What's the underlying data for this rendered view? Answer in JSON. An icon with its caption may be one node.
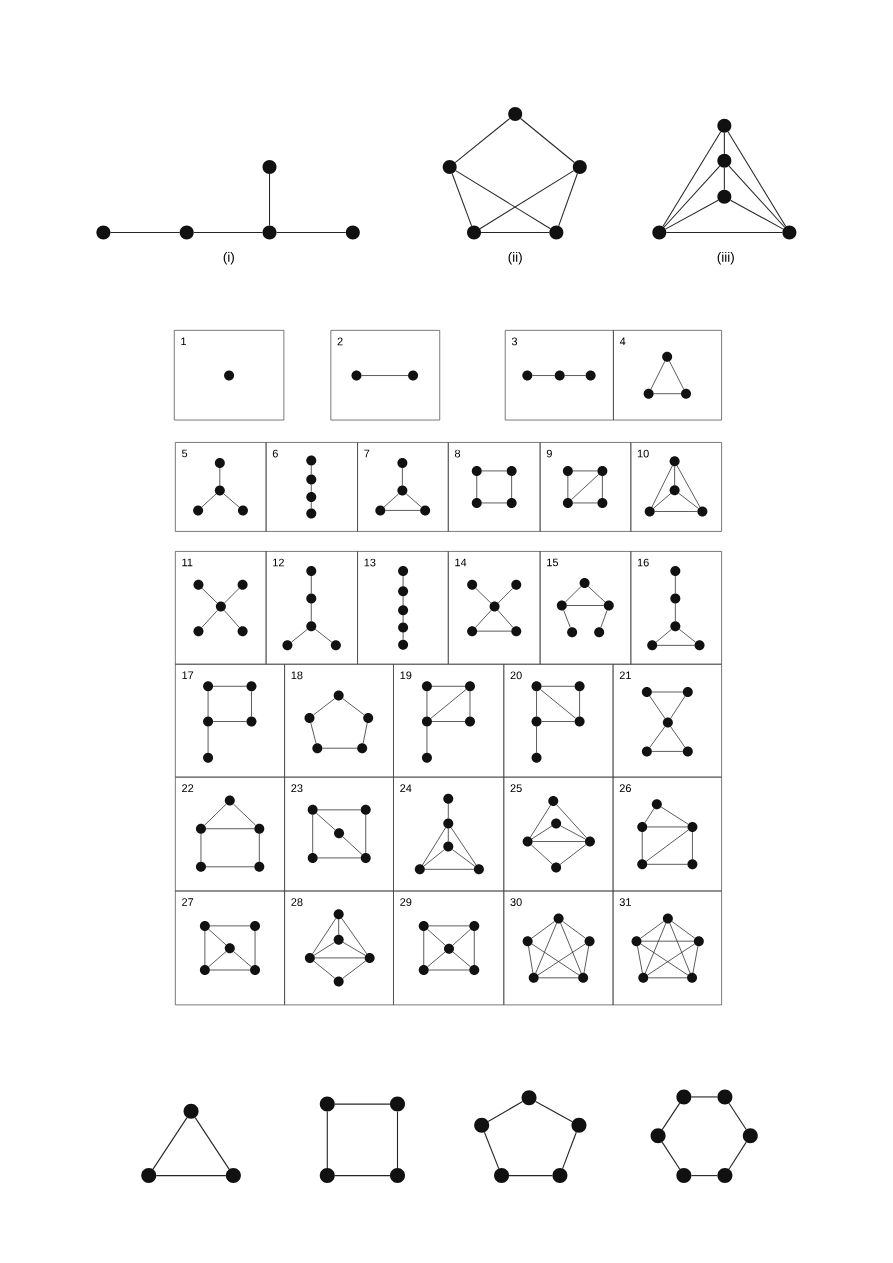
{
  "diagram": {
    "labels": [
      "(i)",
      "(ii)",
      "(iii)"
    ],
    "nodes": [
      {
        "text": [],
        "shape": "circle"
      },
      {
        "text": [],
        "shape": "circle"
      },
      {
        "text": [],
        "shape": "circle"
      },
      {
        "text": [],
        "shape": "circle"
      },
      {
        "text": [],
        "shape": "circle"
      },
      {
        "text": [],
        "shape": "circle"
      },
      {
        "text": [],
        "shape": "circle"
      },
      {
        "text": [],
        "shape": "circle"
      },
      {
        "text": [],
        "shape": "circle"
      },
      {
        "text": [],
        "shape": "circle"
      },
      {
        "text": [],
        "shape": "circle"
      },
      {
        "text": [],
        "shape": "circle"
      },
      {
        "text": [],
        "shape": "circle"
      },
      {
        "text": [],
        "shape": "circle"
      },
      {
        "text": [],
        "shape": "circle"
      },
      {
        "text": [
          "1"
        ]
      },
      {
        "text": [],
        "shape": "circle",
        "in": 15
      },
      {
        "text": [
          "2"
        ]
      },
      {
        "text": [],
        "shape": "circle",
        "in": 17
      },
      {
        "text": [],
        "shape": "circle",
        "in": 17
      },
      {
        "text": [
          "3"
        ]
      },
      {
        "text": [],
        "shape": "circle",
        "in": 20
      },
      {
        "text": [],
        "shape": "circle",
        "in": 20
      },
      {
        "text": [],
        "shape": "circle",
        "in": 20
      },
      {
        "text": [
          "4"
        ]
      },
      {
        "text": [],
        "shape": "circle",
        "in": 24
      },
      {
        "text": [],
        "shape": "circle",
        "in": 24
      },
      {
        "text": [],
        "shape": "circle",
        "in": 24
      },
      {
        "text": [
          "5"
        ]
      },
      {
        "text": [],
        "shape": "circle",
        "in": 28
      },
      {
        "text": [],
        "shape": "circle",
        "in": 28
      },
      {
        "text": [],
        "shape": "circle",
        "in": 28
      },
      {
        "text": [],
        "shape": "circle",
        "in": 28
      },
      {
        "text": [
          "6"
        ]
      },
      {
        "text": [],
        "shape": "circle",
        "in": 33
      },
      {
        "text": [],
        "shape": "circle",
        "in": 33
      },
      {
        "text": [],
        "shape": "circle",
        "in": 33
      },
      {
        "text": [],
        "shape": "circle",
        "in": 33
      },
      {
        "text": [
          "7"
        ]
      },
      {
        "text": [],
        "shape": "circle",
        "in": 38
      },
      {
        "text": [],
        "shape": "circle",
        "in": 38
      },
      {
        "text": [],
        "shape": "circle",
        "in": 38
      },
      {
        "text": [],
        "shape": "circle",
        "in": 38
      },
      {
        "text": [
          "8"
        ]
      },
      {
        "text": [],
        "shape": "circle",
        "in": 43
      },
      {
        "text": [],
        "shape": "circle",
        "in": 43
      },
      {
        "text": [],
        "shape": "circle",
        "in": 43
      },
      {
        "text": [],
        "shape": "circle",
        "in": 43
      },
      {
        "text": [
          "9"
        ]
      },
      {
        "text": [],
        "shape": "circle",
        "in": 48
      },
      {
        "text": [],
        "shape": "circle",
        "in": 48
      },
      {
        "text": [],
        "shape": "circle",
        "in": 48
      },
      {
        "text": [],
        "shape": "circle",
        "in": 48
      },
      {
        "text": [
          "10"
        ]
      },
      {
        "text": [],
        "shape": "circle",
        "in": 53
      },
      {
        "text": [],
        "shape": "circle",
        "in": 53
      },
      {
        "text": [],
        "shape": "circle",
        "in": 53
      },
      {
        "text": [],
        "shape": "circle",
        "in": 53
      },
      {
        "text": [
          "11"
        ]
      },
      {
        "text": [],
        "shape": "circle",
        "in": 58
      },
      {
        "text": [],
        "shape": "circle",
        "in": 58
      },
      {
        "text": [],
        "shape": "circle",
        "in": 58
      },
      {
        "text": [],
        "shape": "circle",
        "in": 58
      },
      {
        "text": [],
        "shape": "circle",
        "in": 58
      },
      {
        "text": [
          "12"
        ]
      },
      {
        "text": [],
        "shape": "circle",
        "in": 64
      },
      {
        "text": [],
        "shape": "circle",
        "in": 64
      },
      {
        "text": [],
        "shape": "circle",
        "in": 64
      },
      {
        "text": [],
        "shape": "circle",
        "in": 64
      },
      {
        "text": [],
        "shape": "circle",
        "in": 64
      },
      {
        "text": [
          "13"
        ]
      },
      {
        "text": [],
        "shape": "circle",
        "in": 70
      },
      {
        "text": [],
        "shape": "circle",
        "in": 70
      },
      {
        "text": [],
        "shape": "circle",
        "in": 70
      },
      {
        "text": [],
        "shape": "circle",
        "in": 70
      },
      {
        "text": [],
        "shape": "circle",
        "in": 70
      },
      {
        "text": [
          "14"
        ]
      },
      {
        "text": [],
        "shape": "circle",
        "in": 76
      },
      {
        "text": [],
        "shape": "circle",
        "in": 76
      },
      {
        "text": [],
        "shape": "circle",
        "in": 76
      },
      {
        "text": [],
        "shape": "circle",
        "in": 76
      },
      {
        "text": [],
        "shape": "circle",
        "in": 76
      },
      {
        "text": [
          "15"
        ]
      },
      {
        "text": [],
        "shape": "circle",
        "in": 82
      },
      {
        "text": [],
        "shape": "circle",
        "in": 82
      },
      {
        "text": [],
        "shape": "circle",
        "in": 82
      },
      {
        "text": [],
        "shape": "circle",
        "in": 82
      },
      {
        "text": [],
        "shape": "circle",
        "in": 82
      },
      {
        "text": [
          "16"
        ]
      },
      {
        "text": [],
        "shape": "circle",
        "in": 88
      },
      {
        "text": [],
        "shape": "circle",
        "in": 88
      },
      {
        "text": [],
        "shape": "circle",
        "in": 88
      },
      {
        "text": [],
        "shape": "circle",
        "in": 88
      },
      {
        "text": [],
        "shape": "circle",
        "in": 88
      },
      {
        "text": [
          "17"
        ]
      },
      {
        "text": [],
        "shape": "circle",
        "in": 94
      },
      {
        "text": [],
        "shape": "circle",
        "in": 94
      },
      {
        "text": [],
        "shape": "circle",
        "in": 94
      },
      {
        "text": [],
        "shape": "circle",
        "in": 94
      },
      {
        "text": [],
        "shape": "circle",
        "in": 94
      },
      {
        "text": [
          "18"
        ]
      },
      {
        "text": [],
        "shape": "circle",
        "in": 100
      },
      {
        "text": [],
        "shape": "circle",
        "in": 100
      },
      {
        "text": [],
        "shape": "circle",
        "in": 100
      },
      {
        "text": [],
        "shape": "circle",
        "in": 100
      },
      {
        "text": [],
        "shape": "circle",
        "in": 100
      },
      {
        "text": [
          "19"
        ]
      },
      {
        "text": [],
        "shape": "circle",
        "in": 106
      },
      {
        "text": [],
        "shape": "circle",
        "in": 106
      },
      {
        "text": [],
        "shape": "circle",
        "in": 106
      },
      {
        "text": [],
        "shape": "circle",
        "in": 106
      },
      {
        "text": [],
        "shape": "circle",
        "in": 106
      },
      {
        "text": [
          "20"
        ]
      },
      {
        "text": [],
        "shape": "circle",
        "in": 112
      },
      {
        "text": [],
        "shape": "circle",
        "in": 112
      },
      {
        "text": [],
        "shape": "circle",
        "in": 112
      },
      {
        "text": [],
        "shape": "circle",
        "in": 112
      },
      {
        "text": [],
        "shape": "circle",
        "in": 112
      },
      {
        "text": [
          "21"
        ]
      },
      {
        "text": [],
        "shape": "circle",
        "in": 118
      },
      {
        "text": [],
        "shape": "circle",
        "in": 118
      },
      {
        "text": [],
        "shape": "circle",
        "in": 118
      },
      {
        "text": [],
        "shape": "circle",
        "in": 118
      },
      {
        "text": [],
        "shape": "circle",
        "in": 118
      },
      {
        "text": [
          "22"
        ]
      },
      {
        "text": [],
        "shape": "circle",
        "in": 124
      },
      {
        "text": [],
        "shape": "circle",
        "in": 124
      },
      {
        "text": [],
        "shape": "circle",
        "in": 124
      },
      {
        "text": [],
        "shape": "circle",
        "in": 124
      },
      {
        "text": [],
        "shape": "circle",
        "in": 124
      },
      {
        "text": [
          "23"
        ]
      },
      {
        "text": [],
        "shape": "circle",
        "in": 130
      },
      {
        "text": [],
        "shape": "circle",
        "in": 130
      },
      {
        "text": [],
        "shape": "circle",
        "in": 130
      },
      {
        "text": [],
        "shape": "circle",
        "in": 130
      },
      {
        "text": [],
        "shape": "circle",
        "in": 130
      },
      {
        "text": [
          "24"
        ]
      },
      {
        "text": [],
        "shape": "circle",
        "in": 136
      },
      {
        "text": [],
        "shape": "circle",
        "in": 136
      },
      {
        "text": [],
        "shape": "circle",
        "in": 136
      },
      {
        "text": [],
        "shape": "circle",
        "in": 136
      },
      {
        "text": [],
        "shape": "circle",
        "in": 136
      },
      {
        "text": [
          "25"
        ]
      },
      {
        "text": [],
        "shape": "circle",
        "in": 142
      },
      {
        "text": [],
        "shape": "circle",
        "in": 142
      },
      {
        "text": [],
        "shape": "circle",
        "in": 142
      },
      {
        "text": [],
        "shape": "circle",
        "in": 142
      },
      {
        "text": [],
        "shape": "circle",
        "in": 142
      },
      {
        "text": [
          "26"
        ]
      },
      {
        "text": [],
        "shape": "circle",
        "in": 148
      },
      {
        "text": [],
        "shape": "circle",
        "in": 148
      },
      {
        "text": [],
        "shape": "circle",
        "in": 148
      },
      {
        "text": [],
        "shape": "circle",
        "in": 148
      },
      {
        "text": [],
        "shape": "circle",
        "in": 148
      },
      {
        "text": [
          "27"
        ]
      },
      {
        "text": [],
        "shape": "circle",
        "in": 154
      },
      {
        "text": [],
        "shape": "circle",
        "in": 154
      },
      {
        "text": [],
        "shape": "circle",
        "in": 154
      },
      {
        "text": [],
        "shape": "circle",
        "in": 154
      },
      {
        "text": [],
        "shape": "circle",
        "in": 154
      },
      {
        "text": [
          "28"
        ]
      },
      {
        "text": [],
        "shape": "circle",
        "in": 160
      },
      {
        "text": [],
        "shape": "circle",
        "in": 160
      },
      {
        "text": [],
        "shape": "circle",
        "in": 160
      },
      {
        "text": [],
        "shape": "circle",
        "in": 160
      },
      {
        "text": [],
        "shape": "circle",
        "in": 160
      },
      {
        "text": [
          "29"
        ]
      },
      {
        "text": [],
        "shape": "circle",
        "in": 166
      },
      {
        "text": [],
        "shape": "circle",
        "in": 166
      },
      {
        "text": [],
        "shape": "circle",
        "in": 166
      },
      {
        "text": [],
        "shape": "circle",
        "in": 166
      },
      {
        "text": [],
        "shape": "circle",
        "in": 166
      },
      {
        "text": [
          "30"
        ]
      },
      {
        "text": [],
        "shape": "circle",
        "in": 172
      },
      {
        "text": [],
        "shape": "circle",
        "in": 172
      },
      {
        "text": [],
        "shape": "circle",
        "in": 172
      },
      {
        "text": [],
        "shape": "circle",
        "in": 172
      },
      {
        "text": [],
        "shape": "circle",
        "in": 172
      },
      {
        "text": [
          "31"
        ]
      },
      {
        "text": [],
        "shape": "circle",
        "in": 178
      },
      {
        "text": [],
        "shape": "circle",
        "in": 178
      },
      {
        "text": [],
        "shape": "circle",
        "in": 178
      },
      {
        "text": [],
        "shape": "circle",
        "in": 178
      },
      {
        "text": [],
        "shape": "circle",
        "in": 178
      },
      {
        "text": [],
        "shape": "circle"
      },
      {
        "text": [],
        "shape": "circle"
      },
      {
        "text": [],
        "shape": "circle"
      },
      {
        "text": [],
        "shape": "circle"
      },
      {
        "text": [],
        "shape": "circle"
      },
      {
        "text": [],
        "shape": "circle"
      },
      {
        "text": [],
        "shape": "circle"
      },
      {
        "text": [],
        "shape": "circle"
      },
      {
        "text": [],
        "shape": "circle"
      },
      {
        "text": [],
        "shape": "circle"
      },
      {
        "text": [],
        "shape": "circle"
      },
      {
        "text": [],
        "shape": "circle"
      },
      {
        "text": [],
        "shape": "circle"
      },
      {
        "text": [],
        "shape": "circle"
      },
      {
        "text": [],
        "shape": "circle"
      },
      {
        "text": [],
        "shape": "circle"
      },
      {
        "text": [],
        "shape": "circle"
      },
      {
        "text": [],
        "shape": "circle"
      }
    ],
    "edges": [
      {
        "from": 1,
        "to": 2,
        "arrow": "none"
      },
      {
        "from": 2,
        "to": 3,
        "arrow": "none"
      },
      {
        "from": 3,
        "to": 4,
        "arrow": "none"
      },
      {
        "from": 0,
        "to": 3,
        "arrow": "none"
      },
      {
        "from": 5,
        "to": 6,
        "arrow": "none"
      },
      {
        "from": 5,
        "to": 7,
        "arrow": "none"
      },
      {
        "from": 6,
        "to": 8,
        "arrow": "none"
      },
      {
        "from": 7,
        "to": 9,
        "arrow": "none"
      },
      {
        "from": 8,
        "to": 9,
        "arrow": "none"
      },
      {
        "from": 6,
        "to": 9,
        "arrow": "none"
      },
      {
        "from": 7,
        "to": 8,
        "arrow": "none"
      },
      {
        "from": 10,
        "to": 11,
        "arrow": "none"
      },
      {
        "from": 11,
        "to": 12,
        "arrow": "none"
      },
      {
        "from": 10,
        "to": 13,
        "arrow": "none"
      },
      {
        "from": 10,
        "to": 14,
        "arrow": "none"
      },
      {
        "from": 11,
        "to": 13,
        "arrow": "none"
      },
      {
        "from": 11,
        "to": 14,
        "arrow": "none"
      },
      {
        "from": 12,
        "to": 13,
        "arrow": "none"
      },
      {
        "from": 12,
        "to": 14,
        "arrow": "none"
      },
      {
        "from": 13,
        "to": 14,
        "arrow": "none"
      },
      {
        "from": 18,
        "to": 19,
        "arrow": "none"
      },
      {
        "from": 21,
        "to": 22,
        "arrow": "none"
      },
      {
        "from": 22,
        "to": 23,
        "arrow": "none"
      },
      {
        "from": 25,
        "to": 26,
        "arrow": "none"
      },
      {
        "from": 25,
        "to": 27,
        "arrow": "none"
      },
      {
        "from": 26,
        "to": 27,
        "arrow": "none"
      },
      {
        "from": 29,
        "to": 30,
        "arrow": "none"
      },
      {
        "from": 30,
        "to": 31,
        "arrow": "none"
      },
      {
        "from": 30,
        "to": 32,
        "arrow": "none"
      },
      {
        "from": 34,
        "to": 35,
        "arrow": "none"
      },
      {
        "from": 35,
        "to": 36,
        "arrow": "none"
      },
      {
        "from": 36,
        "to": 37,
        "arrow": "none"
      },
      {
        "from": 39,
        "to": 40,
        "arrow": "none"
      },
      {
        "from": 40,
        "to": 41,
        "arrow": "none"
      },
      {
        "from": 40,
        "to": 42,
        "arrow": "none"
      },
      {
        "from": 41,
        "to": 42,
        "arrow": "none"
      },
      {
        "from": 44,
        "to": 45,
        "arrow": "none"
      },
      {
        "from": 45,
        "to": 47,
        "arrow": "none"
      },
      {
        "from": 46,
        "to": 47,
        "arrow": "none"
      },
      {
        "from": 44,
        "to": 46,
        "arrow": "none"
      },
      {
        "from": 49,
        "to": 50,
        "arrow": "none"
      },
      {
        "from": 50,
        "to": 52,
        "arrow": "none"
      },
      {
        "from": 51,
        "to": 52,
        "arrow": "none"
      },
      {
        "from": 49,
        "to": 51,
        "arrow": "none"
      },
      {
        "from": 51,
        "to": 50,
        "arrow": "none"
      },
      {
        "from": 54,
        "to": 55,
        "arrow": "none"
      },
      {
        "from": 54,
        "to": 56,
        "arrow": "none"
      },
      {
        "from": 54,
        "to": 57,
        "arrow": "none"
      },
      {
        "from": 55,
        "to": 56,
        "arrow": "none"
      },
      {
        "from": 55,
        "to": 57,
        "arrow": "none"
      },
      {
        "from": 56,
        "to": 57,
        "arrow": "none"
      },
      {
        "from": 61,
        "to": 59,
        "arrow": "none"
      },
      {
        "from": 61,
        "to": 60,
        "arrow": "none"
      },
      {
        "from": 61,
        "to": 62,
        "arrow": "none"
      },
      {
        "from": 61,
        "to": 63,
        "arrow": "none"
      },
      {
        "from": 65,
        "to": 66,
        "arrow": "none"
      },
      {
        "from": 66,
        "to": 67,
        "arrow": "none"
      },
      {
        "from": 67,
        "to": 68,
        "arrow": "none"
      },
      {
        "from": 67,
        "to": 69,
        "arrow": "none"
      },
      {
        "from": 71,
        "to": 72,
        "arrow": "none"
      },
      {
        "from": 72,
        "to": 73,
        "arrow": "none"
      },
      {
        "from": 73,
        "to": 74,
        "arrow": "none"
      },
      {
        "from": 74,
        "to": 75,
        "arrow": "none"
      },
      {
        "from": 79,
        "to": 77,
        "arrow": "none"
      },
      {
        "from": 79,
        "to": 78,
        "arrow": "none"
      },
      {
        "from": 79,
        "to": 80,
        "arrow": "none"
      },
      {
        "from": 79,
        "to": 81,
        "arrow": "none"
      },
      {
        "from": 80,
        "to": 81,
        "arrow": "none"
      },
      {
        "from": 83,
        "to": 84,
        "arrow": "none"
      },
      {
        "from": 83,
        "to": 85,
        "arrow": "none"
      },
      {
        "from": 84,
        "to": 85,
        "arrow": "none"
      },
      {
        "from": 84,
        "to": 86,
        "arrow": "none"
      },
      {
        "from": 85,
        "to": 87,
        "arrow": "none"
      },
      {
        "from": 89,
        "to": 90,
        "arrow": "none"
      },
      {
        "from": 90,
        "to": 91,
        "arrow": "none"
      },
      {
        "from": 91,
        "to": 92,
        "arrow": "none"
      },
      {
        "from": 91,
        "to": 93,
        "arrow": "none"
      },
      {
        "from": 92,
        "to": 93,
        "arrow": "none"
      },
      {
        "from": 95,
        "to": 96,
        "arrow": "none"
      },
      {
        "from": 96,
        "to": 98,
        "arrow": "none"
      },
      {
        "from": 97,
        "to": 98,
        "arrow": "none"
      },
      {
        "from": 95,
        "to": 97,
        "arrow": "none"
      },
      {
        "from": 97,
        "to": 99,
        "arrow": "none"
      },
      {
        "from": 101,
        "to": 102,
        "arrow": "none"
      },
      {
        "from": 101,
        "to": 103,
        "arrow": "none"
      },
      {
        "from": 102,
        "to": 104,
        "arrow": "none"
      },
      {
        "from": 103,
        "to": 105,
        "arrow": "none"
      },
      {
        "from": 104,
        "to": 105,
        "arrow": "none"
      },
      {
        "from": 107,
        "to": 108,
        "arrow": "none"
      },
      {
        "from": 108,
        "to": 110,
        "arrow": "none"
      },
      {
        "from": 109,
        "to": 110,
        "arrow": "none"
      },
      {
        "from": 107,
        "to": 109,
        "arrow": "none"
      },
      {
        "from": 109,
        "to": 108,
        "arrow": "none"
      },
      {
        "from": 109,
        "to": 111,
        "arrow": "none"
      },
      {
        "from": 113,
        "to": 114,
        "arrow": "none"
      },
      {
        "from": 114,
        "to": 116,
        "arrow": "none"
      },
      {
        "from": 115,
        "to": 116,
        "arrow": "none"
      },
      {
        "from": 113,
        "to": 115,
        "arrow": "none"
      },
      {
        "from": 113,
        "to": 116,
        "arrow": "none"
      },
      {
        "from": 115,
        "to": 117,
        "arrow": "none"
      },
      {
        "from": 119,
        "to": 120,
        "arrow": "none"
      },
      {
        "from": 119,
        "to": 121,
        "arrow": "none"
      },
      {
        "from": 120,
        "to": 121,
        "arrow": "none"
      },
      {
        "from": 121,
        "to": 122,
        "arrow": "none"
      },
      {
        "from": 121,
        "to": 123,
        "arrow": "none"
      },
      {
        "from": 122,
        "to": 123,
        "arrow": "none"
      },
      {
        "from": 125,
        "to": 126,
        "arrow": "none"
      },
      {
        "from": 125,
        "to": 127,
        "arrow": "none"
      },
      {
        "from": 126,
        "to": 127,
        "arrow": "none"
      },
      {
        "from": 126,
        "to": 128,
        "arrow": "none"
      },
      {
        "from": 127,
        "to": 129,
        "arrow": "none"
      },
      {
        "from": 128,
        "to": 129,
        "arrow": "none"
      },
      {
        "from": 131,
        "to": 132,
        "arrow": "none"
      },
      {
        "from": 132,
        "to": 135,
        "arrow": "none"
      },
      {
        "from": 134,
        "to": 135,
        "arrow": "none"
      },
      {
        "from": 131,
        "to": 134,
        "arrow": "none"
      },
      {
        "from": 131,
        "to": 133,
        "arrow": "none"
      },
      {
        "from": 133,
        "to": 135,
        "arrow": "none"
      },
      {
        "from": 137,
        "to": 138,
        "arrow": "none"
      },
      {
        "from": 138,
        "to": 139,
        "arrow": "none"
      },
      {
        "from": 138,
        "to": 140,
        "arrow": "none"
      },
      {
        "from": 138,
        "to": 141,
        "arrow": "none"
      },
      {
        "from": 139,
        "to": 140,
        "arrow": "none"
      },
      {
        "from": 139,
        "to": 141,
        "arrow": "none"
      },
      {
        "from": 140,
        "to": 141,
        "arrow": "none"
      },
      {
        "from": 143,
        "to": 145,
        "arrow": "none"
      },
      {
        "from": 143,
        "to": 146,
        "arrow": "none"
      },
      {
        "from": 144,
        "to": 145,
        "arrow": "none"
      },
      {
        "from": 144,
        "to": 146,
        "arrow": "none"
      },
      {
        "from": 145,
        "to": 146,
        "arrow": "none"
      },
      {
        "from": 145,
        "to": 147,
        "arrow": "none"
      },
      {
        "from": 146,
        "to": 147,
        "arrow": "none"
      },
      {
        "from": 149,
        "to": 150,
        "arrow": "none"
      },
      {
        "from": 149,
        "to": 151,
        "arrow": "none"
      },
      {
        "from": 150,
        "to": 151,
        "arrow": "none"
      },
      {
        "from": 150,
        "to": 152,
        "arrow": "none"
      },
      {
        "from": 151,
        "to": 153,
        "arrow": "none"
      },
      {
        "from": 152,
        "to": 153,
        "arrow": "none"
      },
      {
        "from": 152,
        "to": 151,
        "arrow": "none"
      },
      {
        "from": 155,
        "to": 156,
        "arrow": "none"
      },
      {
        "from": 156,
        "to": 159,
        "arrow": "none"
      },
      {
        "from": 158,
        "to": 159,
        "arrow": "none"
      },
      {
        "from": 155,
        "to": 158,
        "arrow": "none"
      },
      {
        "from": 155,
        "to": 157,
        "arrow": "none"
      },
      {
        "from": 157,
        "to": 159,
        "arrow": "none"
      },
      {
        "from": 157,
        "to": 158,
        "arrow": "none"
      },
      {
        "from": 161,
        "to": 162,
        "arrow": "none"
      },
      {
        "from": 161,
        "to": 163,
        "arrow": "none"
      },
      {
        "from": 161,
        "to": 164,
        "arrow": "none"
      },
      {
        "from": 162,
        "to": 163,
        "arrow": "none"
      },
      {
        "from": 162,
        "to": 164,
        "arrow": "none"
      },
      {
        "from": 163,
        "to": 164,
        "arrow": "none"
      },
      {
        "from": 163,
        "to": 165,
        "arrow": "none"
      },
      {
        "from": 164,
        "to": 165,
        "arrow": "none"
      },
      {
        "from": 167,
        "to": 168,
        "arrow": "none"
      },
      {
        "from": 168,
        "to": 171,
        "arrow": "none"
      },
      {
        "from": 170,
        "to": 171,
        "arrow": "none"
      },
      {
        "from": 167,
        "to": 170,
        "arrow": "none"
      },
      {
        "from": 169,
        "to": 167,
        "arrow": "none"
      },
      {
        "from": 169,
        "to": 168,
        "arrow": "none"
      },
      {
        "from": 169,
        "to": 170,
        "arrow": "none"
      },
      {
        "from": 169,
        "to": 171,
        "arrow": "none"
      },
      {
        "from": 173,
        "to": 174,
        "arrow": "none"
      },
      {
        "from": 173,
        "to": 175,
        "arrow": "none"
      },
      {
        "from": 174,
        "to": 176,
        "arrow": "none"
      },
      {
        "from": 175,
        "to": 177,
        "arrow": "none"
      },
      {
        "from": 176,
        "to": 177,
        "arrow": "none"
      },
      {
        "from": 173,
        "to": 176,
        "arrow": "none"
      },
      {
        "from": 173,
        "to": 177,
        "arrow": "none"
      },
      {
        "from": 174,
        "to": 177,
        "arrow": "none"
      },
      {
        "from": 175,
        "to": 176,
        "arrow": "none"
      },
      {
        "from": 179,
        "to": 180,
        "arrow": "none"
      },
      {
        "from": 179,
        "to": 181,
        "arrow": "none"
      },
      {
        "from": 180,
        "to": 181,
        "arrow": "none"
      },
      {
        "from": 180,
        "to": 182,
        "arrow": "none"
      },
      {
        "from": 181,
        "to": 183,
        "arrow": "none"
      },
      {
        "from": 182,
        "to": 183,
        "arrow": "none"
      },
      {
        "from": 179,
        "to": 182,
        "arrow": "none"
      },
      {
        "from": 179,
        "to": 183,
        "arrow": "none"
      },
      {
        "from": 180,
        "to": 183,
        "arrow": "none"
      },
      {
        "from": 181,
        "to": 182,
        "arrow": "none"
      },
      {
        "from": 184,
        "to": 185,
        "arrow": "none"
      },
      {
        "from": 184,
        "to": 186,
        "arrow": "none"
      },
      {
        "from": 185,
        "to": 186,
        "arrow": "none"
      },
      {
        "from": 187,
        "to": 188,
        "arrow": "none"
      },
      {
        "from": 188,
        "to": 190,
        "arrow": "none"
      },
      {
        "from": 189,
        "to": 190,
        "arrow": "none"
      },
      {
        "from": 187,
        "to": 189,
        "arrow": "none"
      },
      {
        "from": 191,
        "to": 192,
        "arrow": "none"
      },
      {
        "from": 191,
        "to": 193,
        "arrow": "none"
      },
      {
        "from": 192,
        "to": 194,
        "arrow": "none"
      },
      {
        "from": 193,
        "to": 195,
        "arrow": "none"
      },
      {
        "from": 194,
        "to": 195,
        "arrow": "none"
      },
      {
        "from": 196,
        "to": 197,
        "arrow": "none"
      },
      {
        "from": 197,
        "to": 199,
        "arrow": "none"
      },
      {
        "from": 199,
        "to": 201,
        "arrow": "none"
      },
      {
        "from": 200,
        "to": 201,
        "arrow": "none"
      },
      {
        "from": 198,
        "to": 200,
        "arrow": "none"
      },
      {
        "from": 196,
        "to": 198,
        "arrow": "none"
      }
    ]
  }
}
